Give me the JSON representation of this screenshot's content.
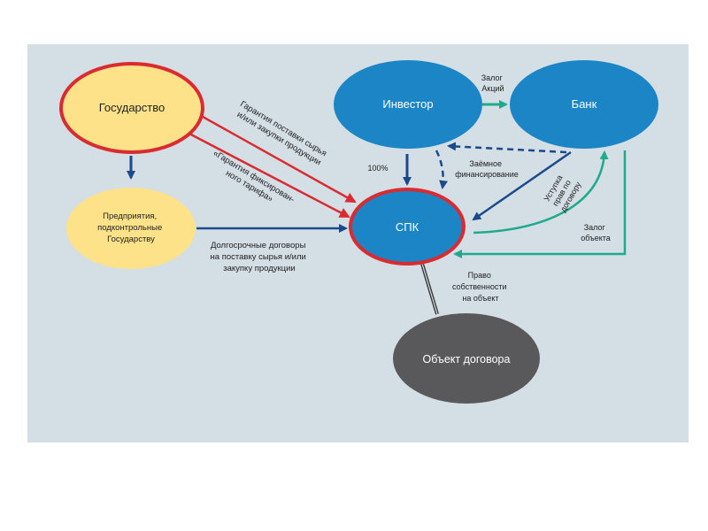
{
  "nodes": {
    "state": "Государство",
    "investor": "Инвестор",
    "bank": "Банк",
    "enterprises": [
      "Предприятия,",
      "подконтрольные",
      "Государству"
    ],
    "spk": "СПК",
    "object": "Объект договора"
  },
  "edges": {
    "guarantee_supply": [
      "Гарантия поставки сырья",
      "и/или закупки продукции"
    ],
    "guarantee_tariff": [
      "«Гарантия фиксирован-",
      "ного тарифа»"
    ],
    "long_term": [
      "Долгосрочные договоры",
      "на поставку сырья и/или",
      "закупку продукции"
    ],
    "pledge_shares": [
      "Залог",
      "Акций"
    ],
    "percent": "100%",
    "loan": [
      "Заёмное",
      "финансирование"
    ],
    "assignment": [
      "Уступка",
      "прав по",
      "договору"
    ],
    "pledge_object": [
      "Залог",
      "объекта"
    ],
    "ownership": [
      "Право",
      "собственности",
      "на объект"
    ]
  },
  "colors": {
    "panel": "#d4dee5",
    "blue_node": "#1b85c6",
    "yellow_node": "#fde28a",
    "red_border": "#d92b30",
    "grey_node": "#59595b",
    "arrow_blue": "#1a4a8c",
    "arrow_red": "#d92b30",
    "arrow_green": "#1faa8c"
  }
}
